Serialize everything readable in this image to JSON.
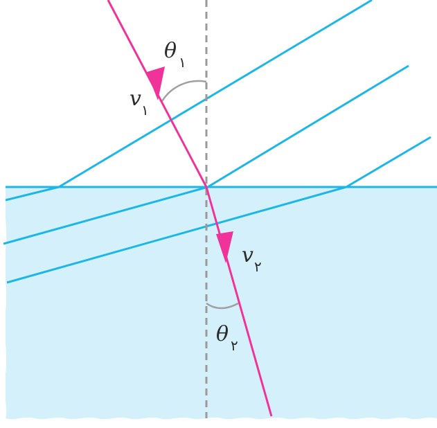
{
  "labels": {
    "theta1": "θ",
    "theta1_sub": "۱",
    "v1": "v",
    "v1_sub": "۱",
    "v2": "v",
    "v2_sub": "۲",
    "theta2": "θ",
    "theta2_sub": "۲"
  },
  "colors": {
    "ray": "#f0339a",
    "wavefront": "#1cb6e8",
    "water": "#d4f0fa",
    "normal": "#9a9a9a",
    "arc": "#a0a0a0",
    "text": "#2b2b2b"
  }
}
